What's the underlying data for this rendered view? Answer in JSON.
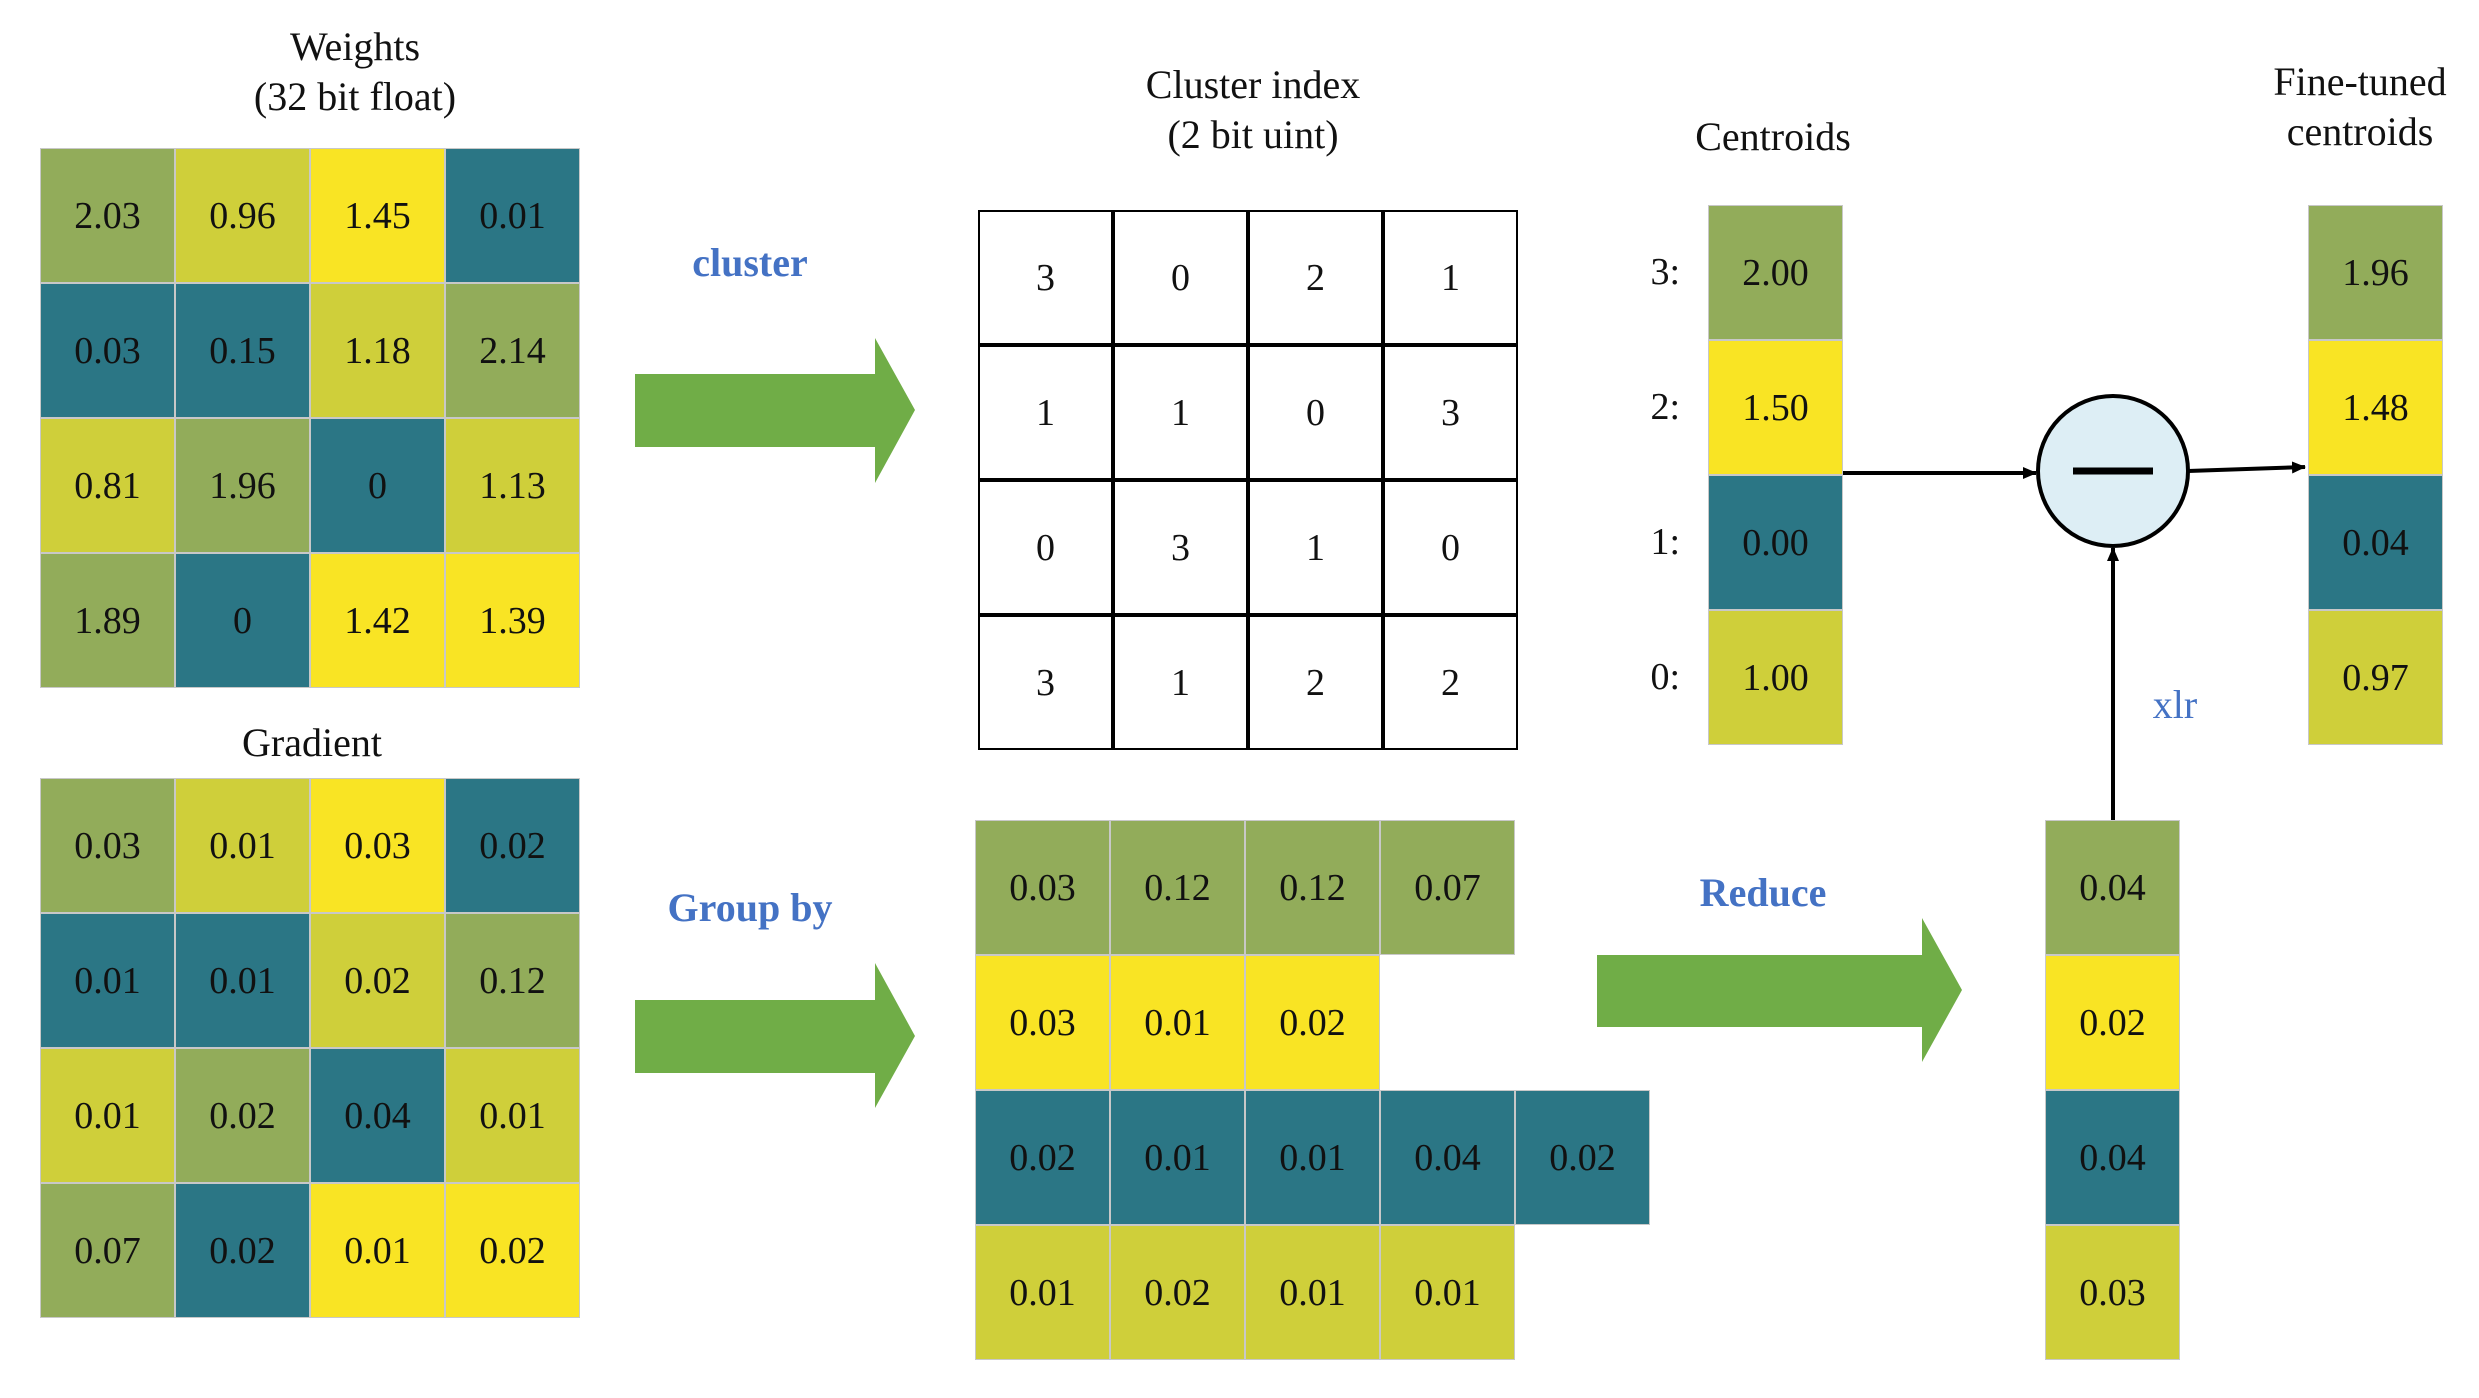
{
  "weights": {
    "title_line1": "Weights",
    "title_line2": "(32 bit float)",
    "cells": [
      {
        "v": "2.03",
        "c": "green"
      },
      {
        "v": "0.96",
        "c": "lime"
      },
      {
        "v": "1.45",
        "c": "yellow"
      },
      {
        "v": "0.01",
        "c": "teal"
      },
      {
        "v": "0.03",
        "c": "teal"
      },
      {
        "v": "0.15",
        "c": "teal"
      },
      {
        "v": "1.18",
        "c": "lime"
      },
      {
        "v": "2.14",
        "c": "green"
      },
      {
        "v": "0.81",
        "c": "lime"
      },
      {
        "v": "1.96",
        "c": "green"
      },
      {
        "v": "0",
        "c": "teal"
      },
      {
        "v": "1.13",
        "c": "lime"
      },
      {
        "v": "1.89",
        "c": "green"
      },
      {
        "v": "0",
        "c": "teal"
      },
      {
        "v": "1.42",
        "c": "yellow"
      },
      {
        "v": "1.39",
        "c": "yellow"
      }
    ]
  },
  "gradient": {
    "title": "Gradient",
    "cells": [
      {
        "v": "0.03",
        "c": "green"
      },
      {
        "v": "0.01",
        "c": "lime"
      },
      {
        "v": "0.03",
        "c": "yellow"
      },
      {
        "v": "0.02",
        "c": "teal"
      },
      {
        "v": "0.01",
        "c": "teal"
      },
      {
        "v": "0.01",
        "c": "teal"
      },
      {
        "v": "0.02",
        "c": "lime"
      },
      {
        "v": "0.12",
        "c": "green"
      },
      {
        "v": "0.01",
        "c": "lime"
      },
      {
        "v": "0.02",
        "c": "green"
      },
      {
        "v": "0.04",
        "c": "teal"
      },
      {
        "v": "0.01",
        "c": "lime"
      },
      {
        "v": "0.07",
        "c": "green"
      },
      {
        "v": "0.02",
        "c": "teal"
      },
      {
        "v": "0.01",
        "c": "yellow"
      },
      {
        "v": "0.02",
        "c": "yellow"
      }
    ]
  },
  "arrows": {
    "cluster": "cluster",
    "group_by": "Group by",
    "reduce": "Reduce",
    "xlr": "xlr"
  },
  "cluster_index": {
    "title_line1": "Cluster index",
    "title_line2": "(2 bit uint)",
    "cells": [
      "3",
      "0",
      "2",
      "1",
      "1",
      "1",
      "0",
      "3",
      "0",
      "3",
      "1",
      "0",
      "3",
      "1",
      "2",
      "2"
    ]
  },
  "centroids": {
    "title": "Centroids",
    "row_labels": [
      "3:",
      "2:",
      "1:",
      "0:"
    ],
    "cells": [
      {
        "v": "2.00",
        "c": "green"
      },
      {
        "v": "1.50",
        "c": "yellow"
      },
      {
        "v": "0.00",
        "c": "teal"
      },
      {
        "v": "1.00",
        "c": "lime"
      }
    ]
  },
  "fine_tuned": {
    "title_line1": "Fine-tuned",
    "title_line2": "centroids",
    "cells": [
      {
        "v": "1.96",
        "c": "green"
      },
      {
        "v": "1.48",
        "c": "yellow"
      },
      {
        "v": "0.04",
        "c": "teal"
      },
      {
        "v": "0.97",
        "c": "lime"
      }
    ]
  },
  "grouped": {
    "rows": [
      {
        "c": "green",
        "vals": [
          "0.03",
          "0.12",
          "0.12",
          "0.07"
        ]
      },
      {
        "c": "yellow",
        "vals": [
          "0.03",
          "0.01",
          "0.02"
        ]
      },
      {
        "c": "teal",
        "vals": [
          "0.02",
          "0.01",
          "0.01",
          "0.04",
          "0.02"
        ]
      },
      {
        "c": "lime",
        "vals": [
          "0.01",
          "0.02",
          "0.01",
          "0.01"
        ]
      }
    ]
  },
  "reduced": {
    "cells": [
      {
        "v": "0.04",
        "c": "green"
      },
      {
        "v": "0.02",
        "c": "yellow"
      },
      {
        "v": "0.04",
        "c": "teal"
      },
      {
        "v": "0.03",
        "c": "lime"
      }
    ]
  },
  "colors": {
    "green": "#92AC5A",
    "lime": "#CFCF3A",
    "yellow": "#F9E424",
    "teal": "#2B7685",
    "arrow": "#70AD47",
    "label_blue": "#4472C4",
    "minus_node": "#DDEEF5"
  }
}
